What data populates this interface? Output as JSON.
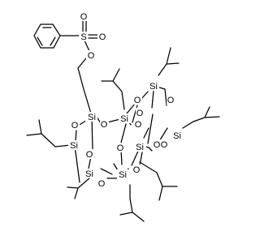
{
  "molecule": {
    "labels": {
      "si_1": "Si",
      "si_2": "Si",
      "si_3": "Si",
      "si_4": "Si",
      "si_5": "Si",
      "si_6": "Si",
      "si_7": "Si",
      "si_8": "Si",
      "o_cage_1": "O",
      "o_cage_2": "O",
      "o_cage_3": "O",
      "o_cage_4": "O",
      "o_cage_5": "O",
      "o_cage_6": "O",
      "o_cage_7": "O",
      "o_cage_8": "O",
      "o_cage_9": "O",
      "o_cage_10": "O",
      "o_cage_11": "O",
      "o_cage_12": "O",
      "sulfur": "S",
      "o_sulfonyl_1": "O",
      "o_sulfonyl_2": "O",
      "o_ester": "O"
    }
  }
}
